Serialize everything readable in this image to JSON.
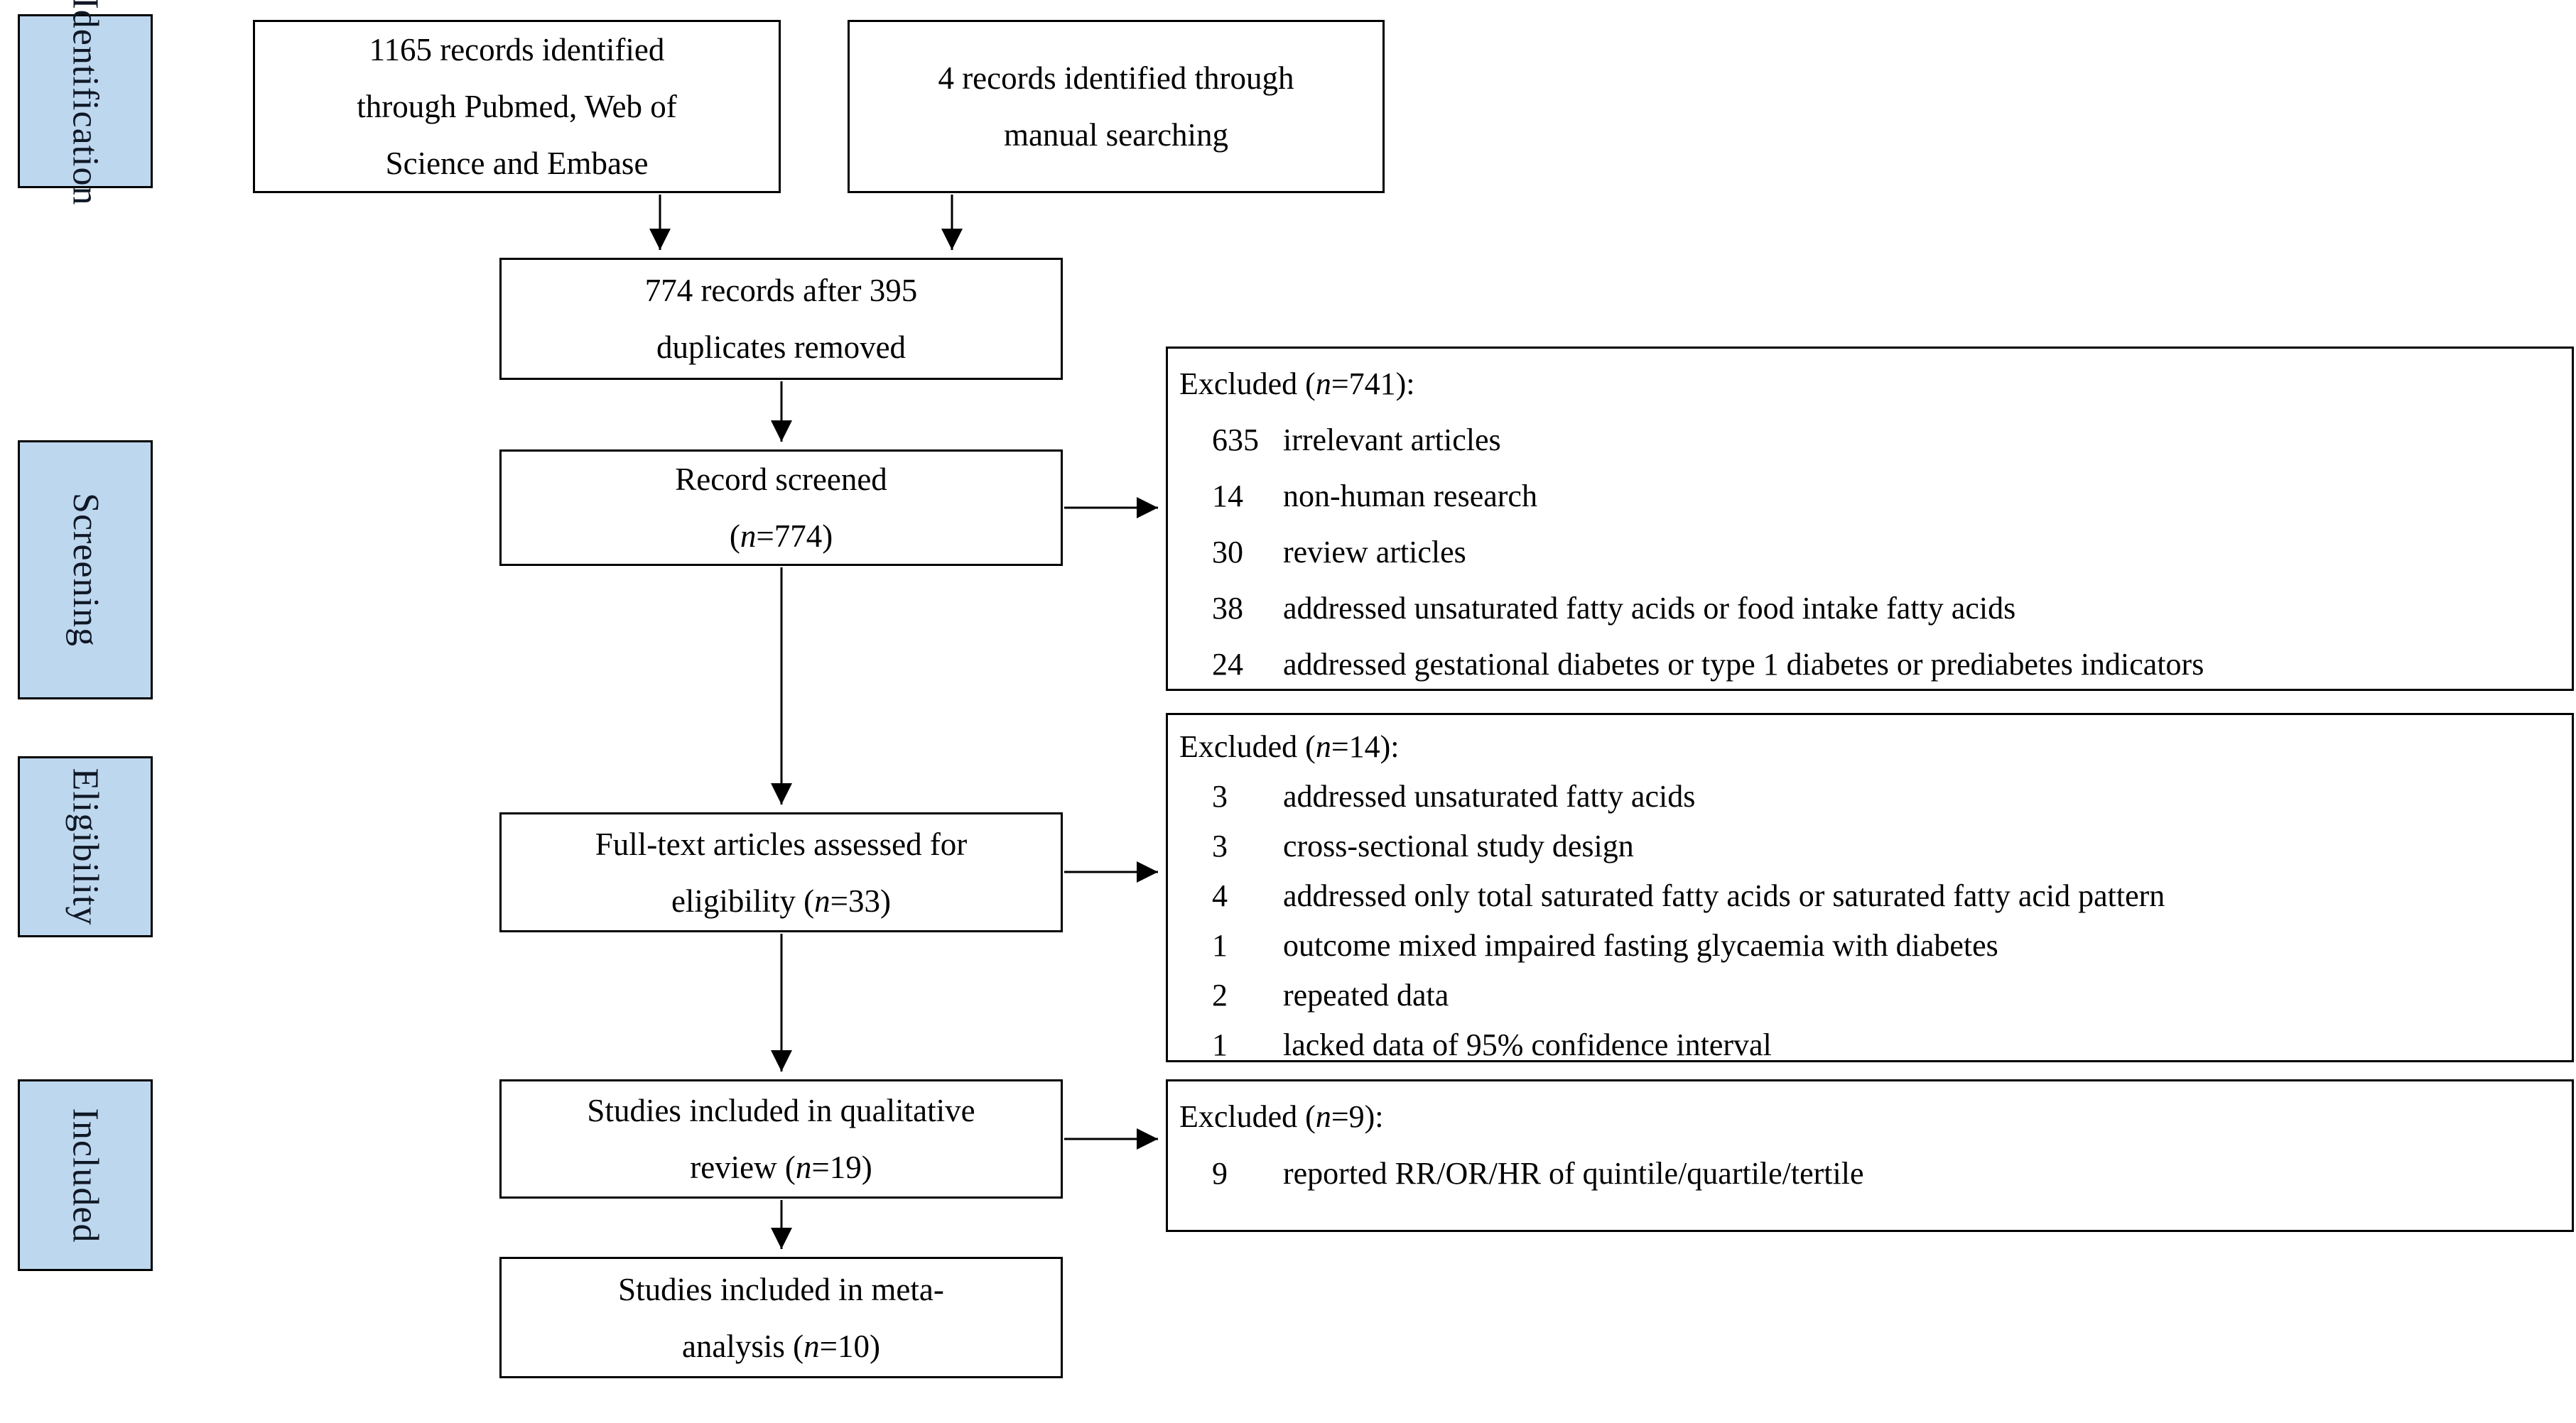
{
  "colors": {
    "stage_fill": "#BDD7EE",
    "stage_text": "#101826",
    "box_border": "#000000",
    "box_fill": "#FFFFFF"
  },
  "stages": [
    {
      "label": "Identification"
    },
    {
      "label": "Screening"
    },
    {
      "label": "Eligibility"
    },
    {
      "label": "Included"
    }
  ],
  "flow_boxes": {
    "db_records": {
      "lines": [
        "1165 records identified",
        "through Pubmed, Web of",
        "Science and Embase"
      ]
    },
    "manual_records": {
      "lines": [
        "4 records identified through",
        "manual searching"
      ]
    },
    "deduplicated": {
      "lines": [
        "774 records after 395",
        "duplicates removed"
      ]
    },
    "screened": {
      "lines": [
        "Record screened",
        "(n=774)"
      ]
    },
    "fulltext": {
      "lines": [
        "Full-text articles assessed for",
        "eligibility (n=33)"
      ]
    },
    "qualitative": {
      "lines": [
        "Studies included in qualitative",
        "review (n=19)"
      ]
    },
    "meta_analysis": {
      "lines": [
        "Studies included in meta-",
        "analysis (n=10)"
      ]
    }
  },
  "excluded": [
    {
      "title": "Excluded (n=741):",
      "items": [
        {
          "count": "635",
          "label": "irrelevant articles"
        },
        {
          "count": "14",
          "label": "non-human research"
        },
        {
          "count": "30",
          "label": "review articles"
        },
        {
          "count": "38",
          "label": "addressed unsaturated fatty acids or food intake fatty acids"
        },
        {
          "count": "24",
          "label": "addressed gestational diabetes or type 1 diabetes or prediabetes indicators"
        }
      ]
    },
    {
      "title": "Excluded (n=14):",
      "items": [
        {
          "count": "3",
          "label": "addressed unsaturated fatty acids"
        },
        {
          "count": "3",
          "label": "cross-sectional study design"
        },
        {
          "count": "4",
          "label": "addressed only total saturated fatty acids or saturated fatty acid pattern"
        },
        {
          "count": "1",
          "label": "outcome mixed impaired fasting glycaemia with diabetes"
        },
        {
          "count": "2",
          "label": "repeated data"
        },
        {
          "count": "1",
          "label": "lacked data of 95% confidence interval"
        }
      ]
    },
    {
      "title": "Excluded (n=9):",
      "items": [
        {
          "count": "9",
          "label": "reported RR/OR/HR of quintile/quartile/tertile"
        }
      ]
    }
  ]
}
